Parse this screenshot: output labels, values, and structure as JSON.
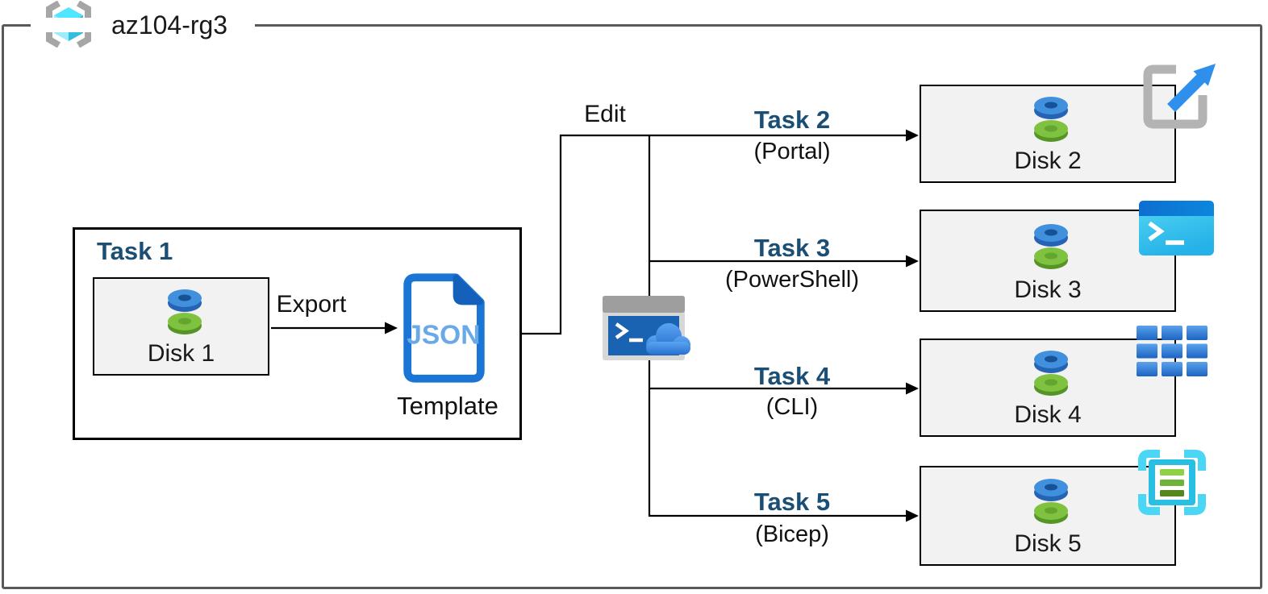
{
  "resource_group": {
    "name": "az104-rg3",
    "icon": "resource-group-icon"
  },
  "task1": {
    "title": "Task 1",
    "disk": "Disk 1",
    "export_label": "Export",
    "template_file_text": "JSON",
    "template_label": "Template"
  },
  "edit_label": "Edit",
  "branches": [
    {
      "title": "Task 2",
      "method": "(Portal)",
      "disk": "Disk 2",
      "icon": "resize-arrow-icon"
    },
    {
      "title": "Task 3",
      "method": "(PowerShell)",
      "disk": "Disk 3",
      "icon": "powershell-icon"
    },
    {
      "title": "Task 4",
      "method": "(CLI)",
      "disk": "Disk 4",
      "icon": "cli-grid-icon"
    },
    {
      "title": "Task 5",
      "method": "(Bicep)",
      "disk": "Disk 5",
      "icon": "bicep-template-icon"
    }
  ],
  "cloud_shell": {
    "icon": "cloud-shell-icon"
  },
  "colors": {
    "task_title_blue": "#1b4e74",
    "box_fill": "#f2f2f2",
    "outer_border": "#595959",
    "connector_line": "#000000",
    "azure_blue": "#0078d4",
    "cyan_accent": "#32bedd"
  }
}
